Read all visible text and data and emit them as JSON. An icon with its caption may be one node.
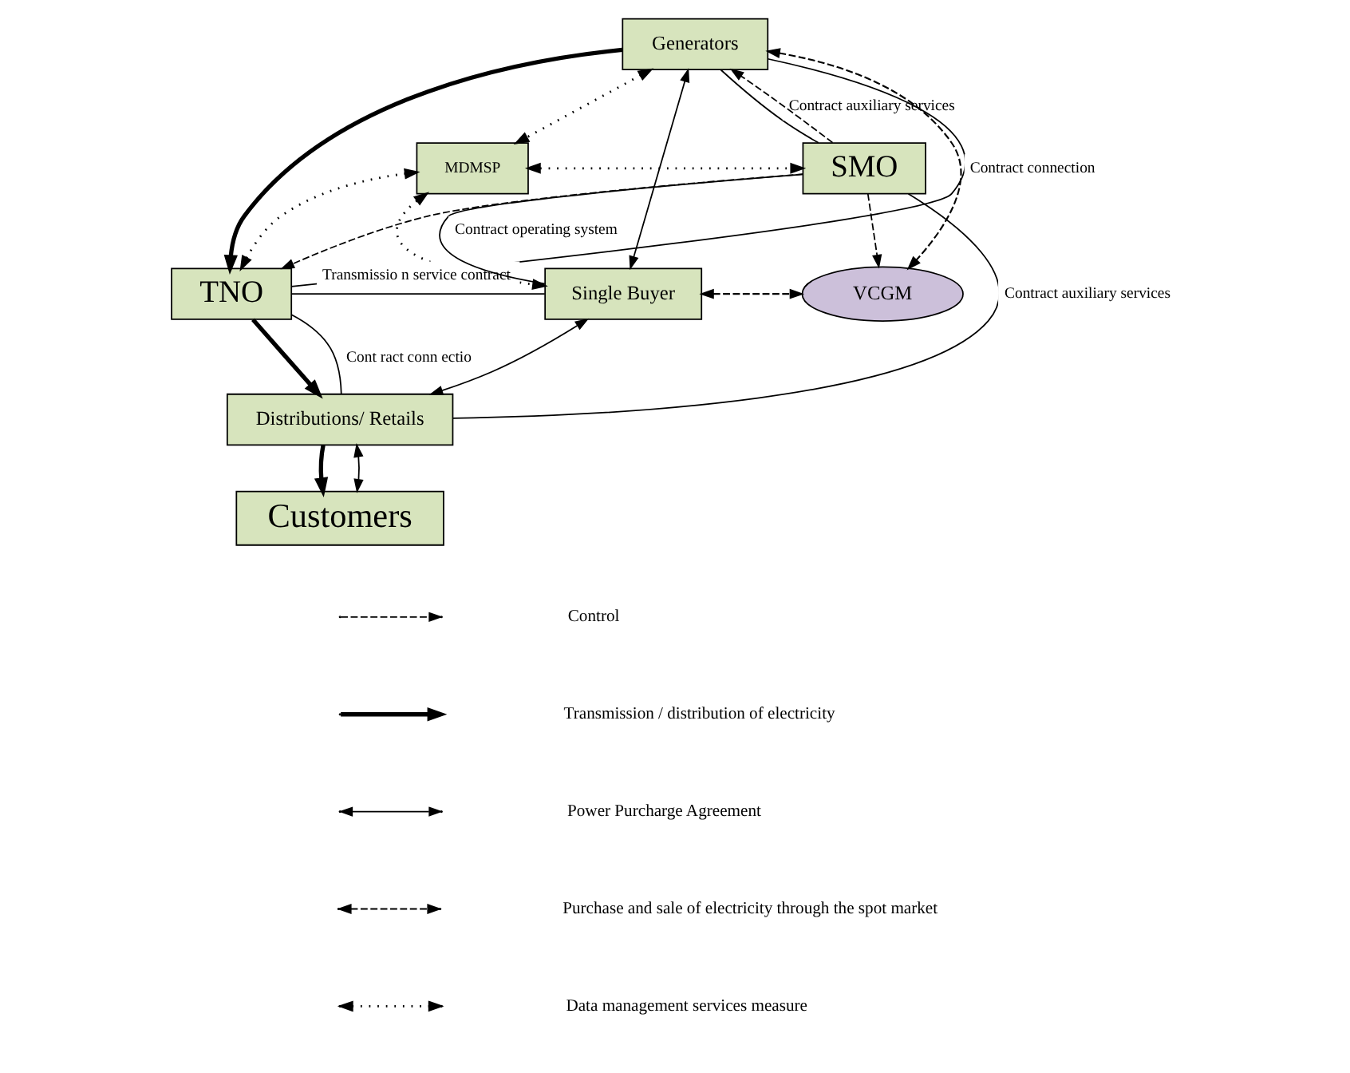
{
  "diagram": {
    "nodes": [
      {
        "text": [
          "Generators"
        ]
      },
      {
        "text": [
          "MDMSP"
        ]
      },
      {
        "text": [
          "SMO"
        ]
      },
      {
        "text": [
          "TNO"
        ]
      },
      {
        "text": [
          "Single Buyer"
        ]
      },
      {
        "text": [
          "VCGM"
        ]
      },
      {
        "text": [
          "Distributions/ Retails"
        ]
      },
      {
        "text": [
          "Customers"
        ]
      }
    ],
    "edges": [
      {
        "from": 0,
        "to": 3,
        "arrow": "to",
        "style": "thick"
      },
      {
        "from": 3,
        "to": 6,
        "arrow": "to",
        "style": "thick"
      },
      {
        "from": 6,
        "to": 7,
        "arrow": "to",
        "style": "thick"
      },
      {
        "from": 6,
        "to": 7,
        "arrow": "both"
      },
      {
        "from": 0,
        "to": 4,
        "arrow": "both"
      },
      {
        "from": 4,
        "to": 6,
        "arrow": "both"
      },
      {
        "from": 2,
        "to": 0,
        "arrow": "to",
        "style": "dashed"
      },
      {
        "from": 2,
        "to": 3,
        "arrow": "to",
        "style": "dashed"
      },
      {
        "from": 2,
        "to": 5,
        "arrow": "to",
        "style": "dashed"
      },
      {
        "from": 0,
        "to": 5,
        "arrow": "both",
        "style": "dashed"
      },
      {
        "from": 4,
        "to": 5,
        "arrow": "both",
        "style": "dashed"
      },
      {
        "from": 0,
        "to": 1,
        "arrow": "both",
        "style": "dashed"
      },
      {
        "from": 1,
        "to": 4,
        "arrow": "both",
        "style": "dashed"
      },
      {
        "from": 1,
        "to": 3,
        "arrow": "both",
        "style": "dashed"
      },
      {
        "from": 1,
        "to": 2,
        "arrow": "both",
        "style": "dashed"
      },
      {
        "from": 3,
        "to": 0,
        "arrow": "none",
        "label": "Contract connection"
      },
      {
        "from": 0,
        "to": 2,
        "arrow": "none",
        "label": "Contract auxiliary services"
      },
      {
        "from": 3,
        "to": 4,
        "arrow": "none",
        "label": "Transmissio n service contract"
      },
      {
        "from": 4,
        "to": 2,
        "arrow": "none",
        "label": "Contract operating system"
      },
      {
        "from": 3,
        "to": 6,
        "arrow": "none",
        "label": "Cont ract conn ectio"
      },
      {
        "from": 6,
        "to": 2,
        "arrow": "none",
        "label": "Contract auxiliary services"
      }
    ],
    "legend": [
      {
        "text": "Control"
      },
      {
        "text": "Transmission / distribution of electricity"
      },
      {
        "text": "Power Purcharge Agreement"
      },
      {
        "text": "Purchase and sale of electricity through the spot market"
      },
      {
        "text": "Data management services measure"
      }
    ]
  }
}
